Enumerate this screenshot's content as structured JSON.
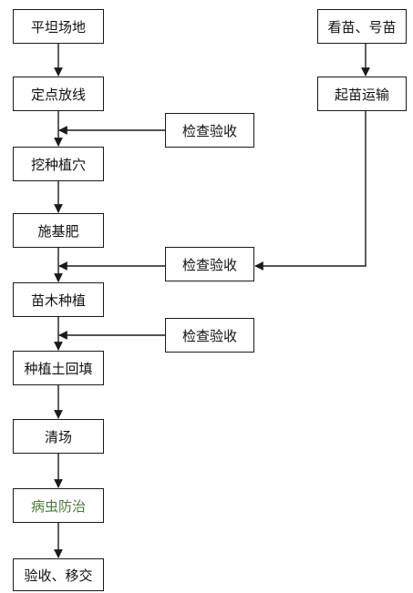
{
  "diagram": {
    "steps": [
      "平坦场地",
      "定点放线",
      "挖种植穴",
      "施基肥",
      "苗木种植",
      "种植土回填",
      "清场",
      "病虫防治",
      "验收、移交"
    ],
    "side_steps": [
      "看苗、号苗",
      "起苗运输"
    ],
    "inspections": [
      "检查验收",
      "检查验收",
      "检查验收"
    ],
    "colors": {
      "stroke": "#1a1a1a",
      "text": "#111111",
      "highlight_text": "#4a7a3a"
    }
  }
}
